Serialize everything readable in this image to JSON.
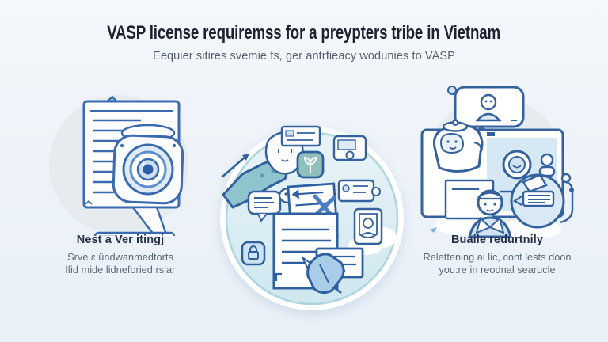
{
  "header": {
    "title": "VASP license requiremss for a preypters tribe in Vietnam",
    "subtitle": "Eequier sitires svemie fs, ger antrfieacy wodunies to VASP"
  },
  "columns": {
    "left": {
      "heading": "Nest a Ver itingj",
      "line1": "Srve ε ündwanmedtorts",
      "line2": "lfid mide lidneforied rslar",
      "illustration": "document-scanner-monitor"
    },
    "center": {
      "illustration": "license-documents-signing"
    },
    "right": {
      "heading": "Buaile redurtnily",
      "line1": "Relettening ai lic, cont lests doon",
      "line2": "you:re in reodnal searucle",
      "illustration": "team-review-reporting"
    }
  },
  "icons": {
    "left": [
      "monitor-icon",
      "document-icon",
      "camera-lens-icon",
      "stand-icon",
      "clip-icon"
    ],
    "center": [
      "hand-icon",
      "face-icon",
      "card-icon",
      "camera-device-icon",
      "plant-badge-icon",
      "speech-bubble-icon",
      "message-card-icon",
      "id-card-icon",
      "lock-icon",
      "document-stack-icon",
      "x-mark-icon",
      "pen-icon"
    ],
    "right": [
      "chat-bubble-icon",
      "avatar-icon",
      "window-icon",
      "progress-arrow-icon",
      "teapot-face-icon",
      "person-icon",
      "printer-badge-icon",
      "orbit-dot-icon"
    ]
  },
  "colors": {
    "background": "#eef3f8",
    "accent_blue": "#3a6ab0",
    "stroke_blue": "#33629f",
    "teal": "#8fc4cf",
    "light_blue_fill": "#cfe3f3",
    "circle_gray": "#e6ebef",
    "circle_blue": "#e0eff6",
    "title_text": "#1c2230",
    "body_text": "#5d6878"
  }
}
